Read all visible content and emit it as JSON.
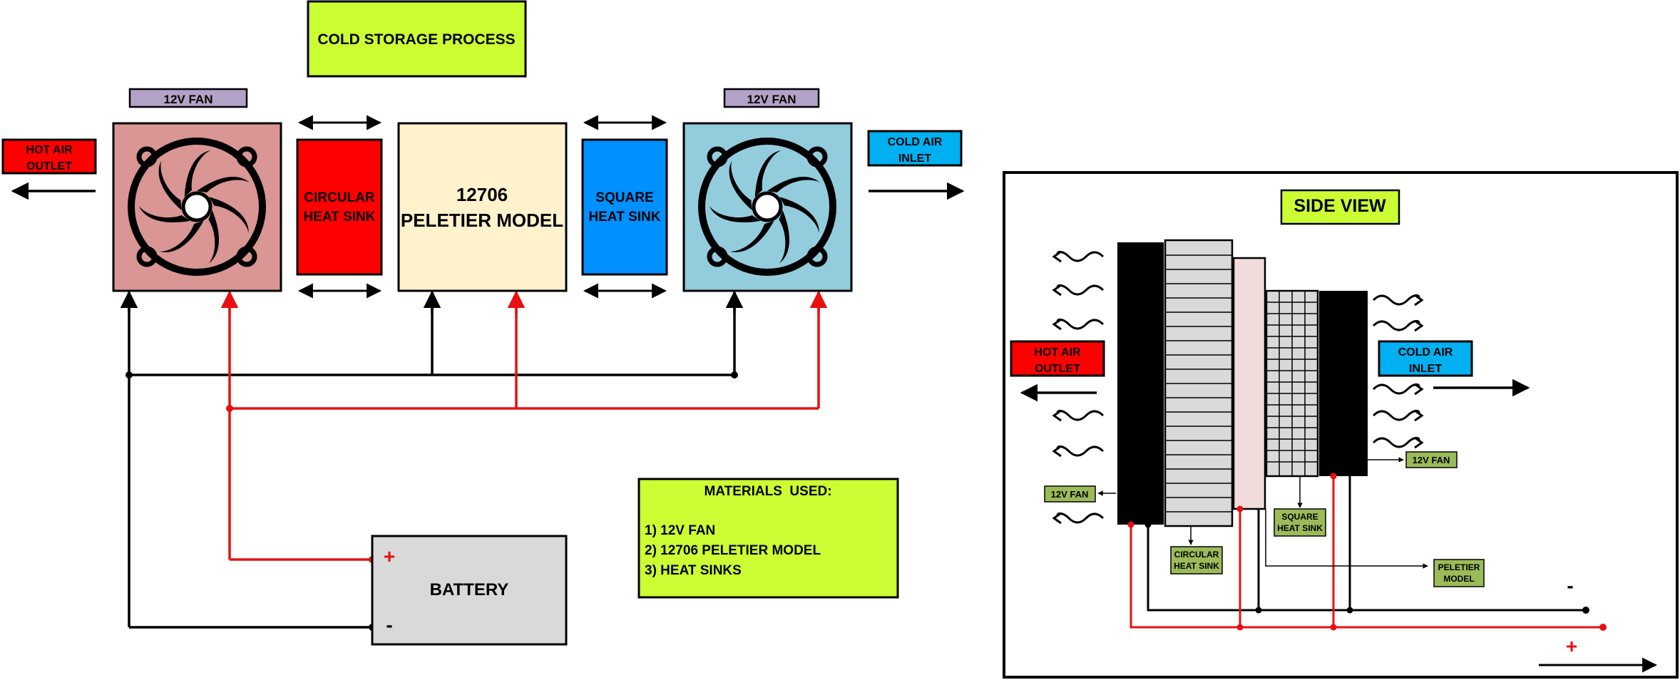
{
  "title": "COLD STORAGE PROCESS",
  "main": {
    "fan_label_left": "12V FAN",
    "fan_label_right": "12V FAN",
    "hot_air_outlet": [
      "HOT AIR",
      "OUTLET"
    ],
    "circular_heat_sink": [
      "CIRCULAR",
      "HEAT SINK"
    ],
    "peltier_model": [
      "12706",
      "PELETIER MODEL"
    ],
    "square_heat_sink": [
      "SQUARE",
      "HEAT SINK"
    ],
    "cold_air_inlet": [
      "COLD AIR",
      "INLET"
    ],
    "battery": "BATTERY",
    "battery_plus": "+",
    "battery_minus": "-"
  },
  "materials": {
    "heading": "MATERIALS  USED:",
    "items": [
      "1) 12V FAN",
      "2) 12706 PELETIER MODEL",
      "3) HEAT SINKS"
    ]
  },
  "side_view": {
    "title": "SIDE VIEW",
    "hot_air_outlet": [
      "HOT AIR",
      "OUTLET"
    ],
    "cold_air_inlet": [
      "COLD AIR",
      "INLET"
    ],
    "fan_left": "12V FAN",
    "fan_right": "12V FAN",
    "circular_heat_sink": [
      "CIRCULAR",
      "HEAT SINK"
    ],
    "square_heat_sink": [
      "SQUARE",
      "HEAT SINK"
    ],
    "peltier_model": [
      "PELETIER",
      "MODEL"
    ],
    "minus": "-",
    "plus": "+"
  },
  "colors": {
    "hot_red": "#ff0000",
    "cold_blue": "#00b0f0",
    "square_sink_blue": "#0090ff",
    "fan_hot_bg": "#d99694",
    "fan_cold_bg": "#93cddd",
    "peltier_bg": "#fff2cc",
    "battery_bg": "#d9d9d9",
    "lime": "#ccff33",
    "fan_tag": "#b3a2c7",
    "green_tag": "#9bbb59",
    "wire_red": "#e81010"
  }
}
